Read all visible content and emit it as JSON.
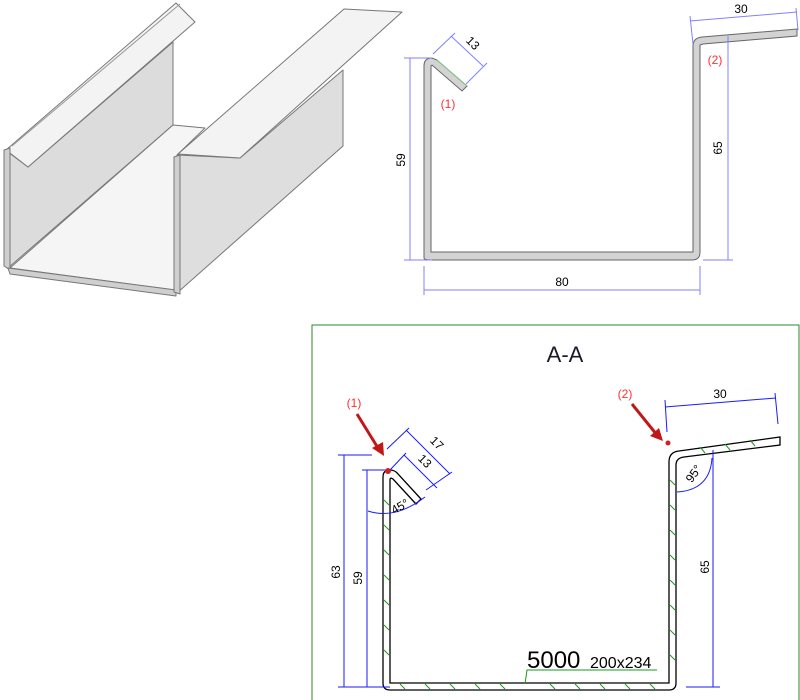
{
  "top_view": {
    "dimensions": {
      "left_height": "59",
      "width": "80",
      "right_height": "65",
      "flange": "30",
      "lip": "13"
    },
    "markers": {
      "m1": "(1)",
      "m2": "(2)"
    }
  },
  "section": {
    "title": "A-A",
    "dimensions": {
      "outer_left": "63",
      "left_height": "59",
      "right_height": "65",
      "flange": "30",
      "lip_outer": "17",
      "lip": "13",
      "lip_angle": "45°",
      "flange_angle": "95°"
    },
    "markers": {
      "m1": "(1)",
      "m2": "(2)"
    },
    "length_label": "5000",
    "size_label": "200x234"
  },
  "colors": {
    "dimension": "#1a1aff",
    "marker": "#ff3030",
    "hatch": "#1a9a1a",
    "frame": "#2a8a2a"
  }
}
